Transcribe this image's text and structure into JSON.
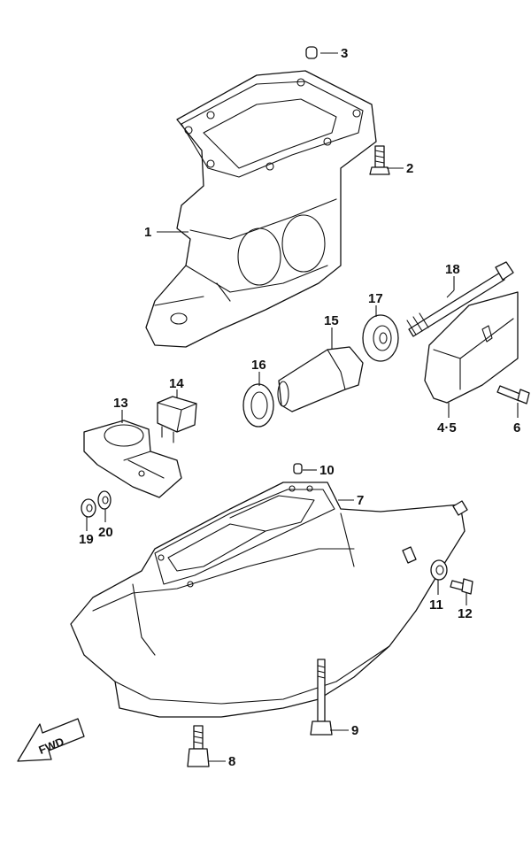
{
  "callouts": [
    {
      "id": "1",
      "label": "1"
    },
    {
      "id": "2",
      "label": "2"
    },
    {
      "id": "3",
      "label": "3"
    },
    {
      "id": "4-5",
      "label": "4·5"
    },
    {
      "id": "6",
      "label": "6"
    },
    {
      "id": "7",
      "label": "7"
    },
    {
      "id": "8",
      "label": "8"
    },
    {
      "id": "9",
      "label": "9"
    },
    {
      "id": "10",
      "label": "10"
    },
    {
      "id": "11",
      "label": "11"
    },
    {
      "id": "12",
      "label": "12"
    },
    {
      "id": "13",
      "label": "13"
    },
    {
      "id": "14",
      "label": "14"
    },
    {
      "id": "15",
      "label": "15"
    },
    {
      "id": "16",
      "label": "16"
    },
    {
      "id": "17",
      "label": "17"
    },
    {
      "id": "18",
      "label": "18"
    },
    {
      "id": "19",
      "label": "19"
    },
    {
      "id": "20",
      "label": "20"
    }
  ],
  "direction_arrow": {
    "label": "FWD",
    "icon": "fwd-arrow-icon"
  }
}
